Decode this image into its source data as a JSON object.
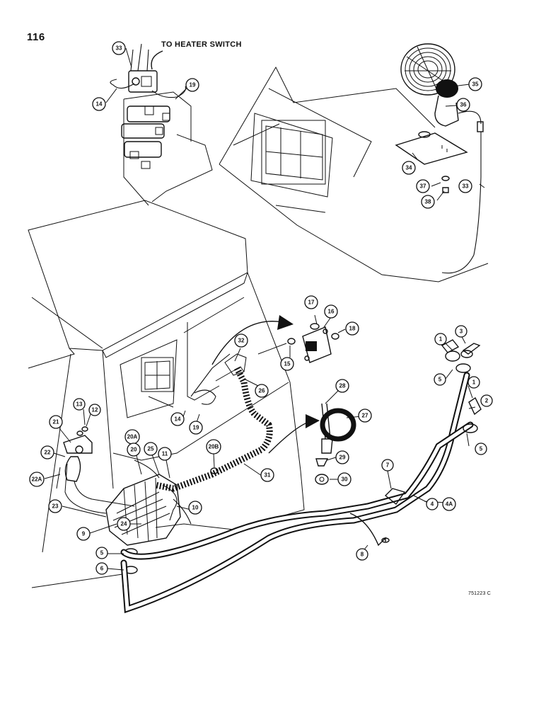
{
  "page_number": "116",
  "annotation_heater_switch": "TO HEATER SWITCH",
  "drawing_code": "751223 C",
  "callouts": [
    {
      "id": "c33a",
      "label": "33"
    },
    {
      "id": "c14a",
      "label": "14"
    },
    {
      "id": "c19a",
      "label": "19"
    },
    {
      "id": "c35",
      "label": "35"
    },
    {
      "id": "c36",
      "label": "36"
    },
    {
      "id": "c34",
      "label": "34"
    },
    {
      "id": "c37",
      "label": "37"
    },
    {
      "id": "c38",
      "label": "38"
    },
    {
      "id": "c33b",
      "label": "33"
    },
    {
      "id": "c17",
      "label": "17"
    },
    {
      "id": "c16",
      "label": "16"
    },
    {
      "id": "c18",
      "label": "18"
    },
    {
      "id": "c15",
      "label": "15"
    },
    {
      "id": "c32",
      "label": "32"
    },
    {
      "id": "c26",
      "label": "26"
    },
    {
      "id": "c28",
      "label": "28"
    },
    {
      "id": "c27",
      "label": "27"
    },
    {
      "id": "c29",
      "label": "29"
    },
    {
      "id": "c30",
      "label": "30"
    },
    {
      "id": "c31",
      "label": "31"
    },
    {
      "id": "c14b",
      "label": "14"
    },
    {
      "id": "c19b",
      "label": "19"
    },
    {
      "id": "c13",
      "label": "13"
    },
    {
      "id": "c12",
      "label": "12"
    },
    {
      "id": "c21",
      "label": "21"
    },
    {
      "id": "c22",
      "label": "22"
    },
    {
      "id": "c22A",
      "label": "22A"
    },
    {
      "id": "c20A",
      "label": "20A"
    },
    {
      "id": "c20",
      "label": "20"
    },
    {
      "id": "c25",
      "label": "25"
    },
    {
      "id": "c11",
      "label": "11"
    },
    {
      "id": "c20B",
      "label": "20B"
    },
    {
      "id": "c23",
      "label": "23"
    },
    {
      "id": "c10",
      "label": "10"
    },
    {
      "id": "c9",
      "label": "9"
    },
    {
      "id": "c24",
      "label": "24"
    },
    {
      "id": "c5a",
      "label": "5"
    },
    {
      "id": "c6",
      "label": "6"
    },
    {
      "id": "c1a",
      "label": "1"
    },
    {
      "id": "c3",
      "label": "3"
    },
    {
      "id": "c5b",
      "label": "5"
    },
    {
      "id": "c1b",
      "label": "1"
    },
    {
      "id": "c2",
      "label": "2"
    },
    {
      "id": "c5c",
      "label": "5"
    },
    {
      "id": "c7",
      "label": "7"
    },
    {
      "id": "c4",
      "label": "4"
    },
    {
      "id": "c4A",
      "label": "4A"
    },
    {
      "id": "c8",
      "label": "8"
    }
  ]
}
